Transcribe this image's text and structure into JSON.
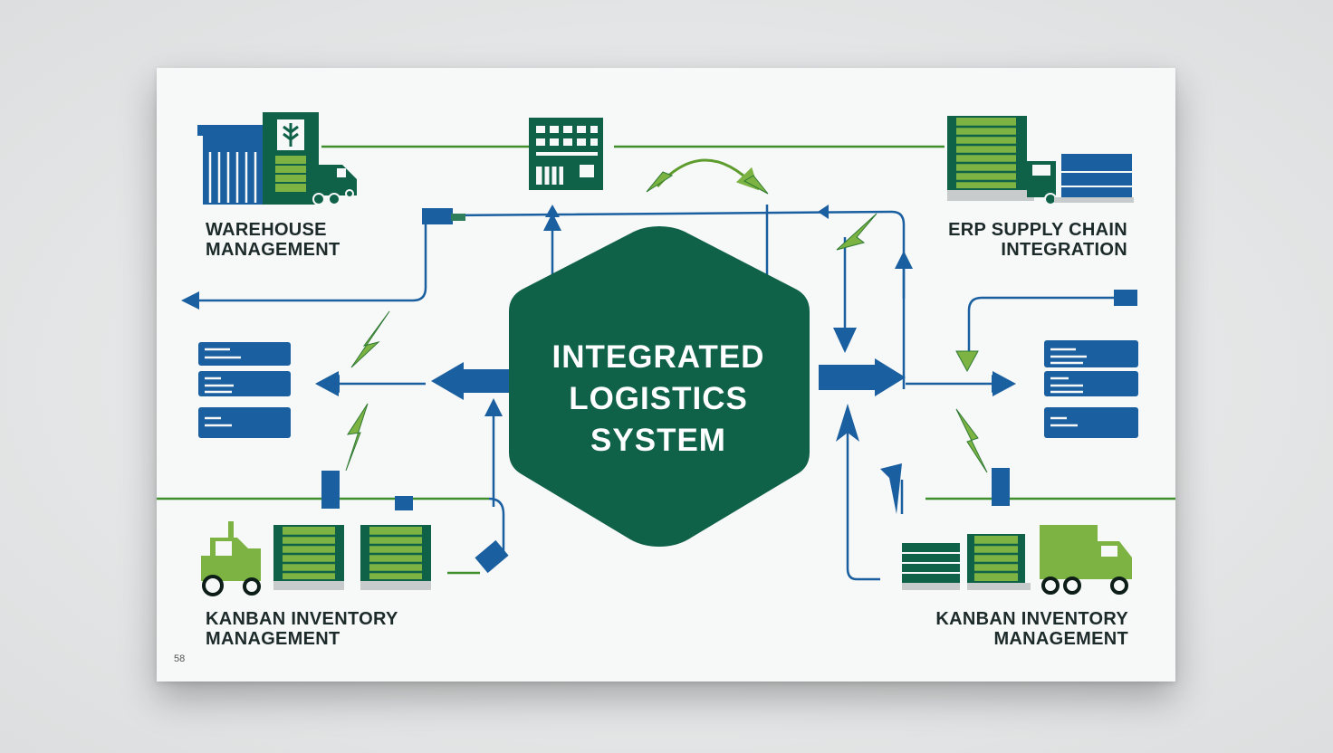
{
  "hub": {
    "line1": "INTEGRATED",
    "line2": "LOGISTICS",
    "line3": "SYSTEM"
  },
  "labels": {
    "top_left": {
      "line1": "WAREHOUSE",
      "line2": "MANAGEMENT"
    },
    "top_right": {
      "line1": "ERP SUPPLY CHAIN",
      "line2": "INTEGRATION"
    },
    "bottom_left": {
      "line1": "KANBAN INVENTORY",
      "line2": "MANAGEMENT"
    },
    "bottom_right": {
      "line1": "KANBAN INVENTORY",
      "line2": "MANAGEMENT"
    }
  },
  "page_number": "58",
  "colors": {
    "dark_green": "#0f6147",
    "light_green": "#7cb342",
    "blue": "#1a5fa0",
    "card_bg": "#f7f8f8"
  },
  "icons": [
    "warehouse-icon",
    "office-building-icon",
    "pallet-stack-icon",
    "truck-icon",
    "document-stack-icon",
    "forklift-icon"
  ]
}
